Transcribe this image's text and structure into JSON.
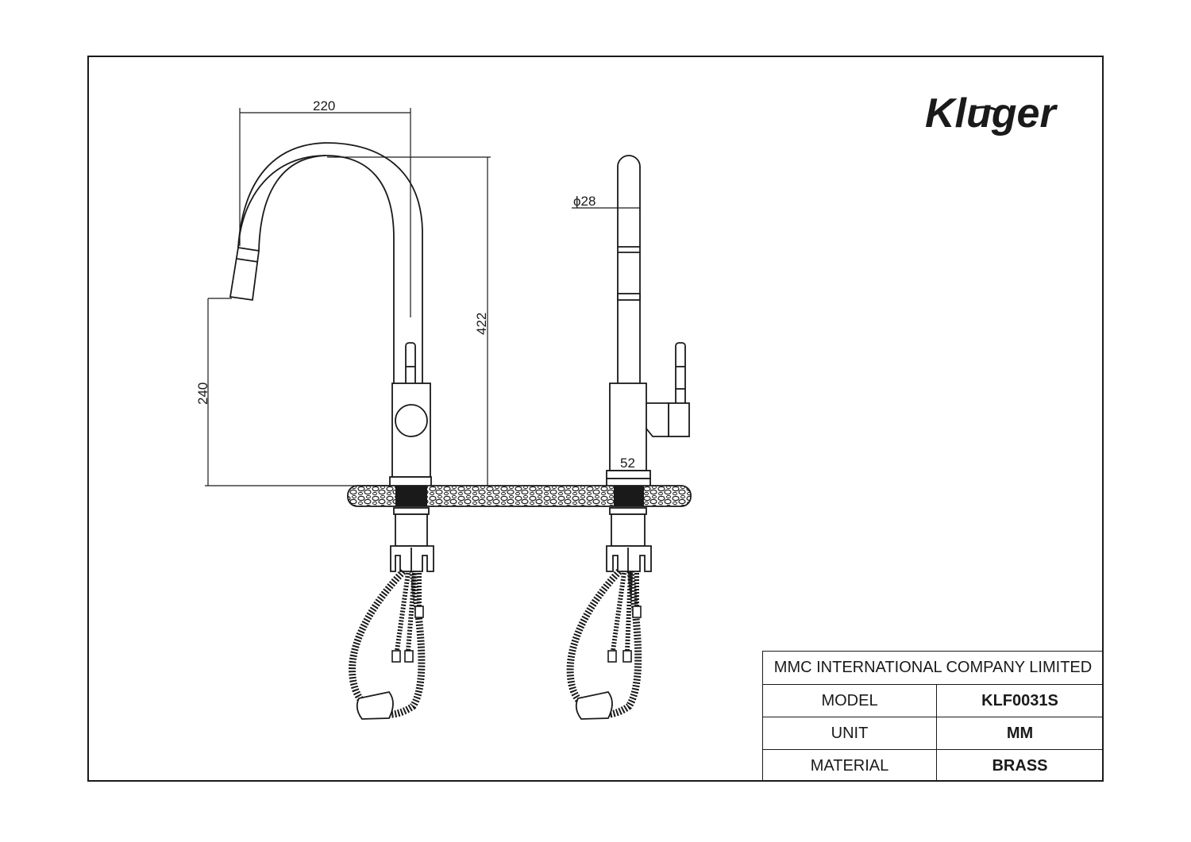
{
  "logo": {
    "text": "Kluger"
  },
  "dimensions": {
    "width_220": "220",
    "height_422": "422",
    "height_240": "240",
    "diameter_28": "ϕ28",
    "base_52": "52"
  },
  "title_block": {
    "company": "MMC INTERNATIONAL COMPANY LIMITED",
    "rows": [
      {
        "label": "MODEL",
        "value": "KLF0031S"
      },
      {
        "label": "UNIT",
        "value": "MM"
      },
      {
        "label": "MATERIAL",
        "value": "BRASS"
      }
    ]
  }
}
